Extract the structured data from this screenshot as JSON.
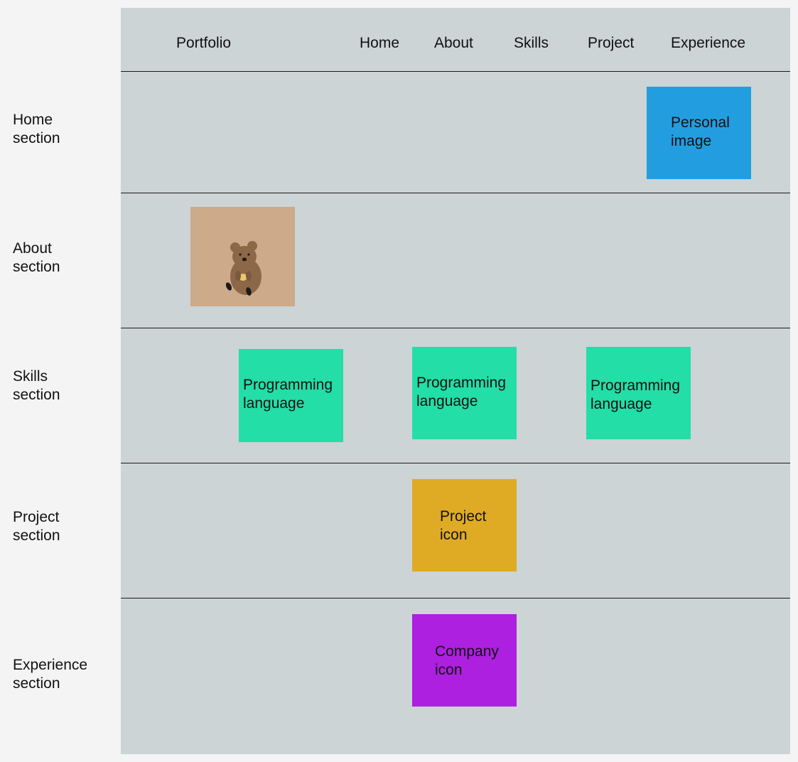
{
  "section_labels": {
    "home": "Home\nsection",
    "about": "About\nsection",
    "skills": "Skills\nsection",
    "project": "Project\nsection",
    "experience": "Experience\nsection"
  },
  "header": {
    "brand": "Portfolio",
    "nav": [
      "Home",
      "About",
      "Skills",
      "Project",
      "Experience"
    ]
  },
  "home": {
    "image_placeholder": "Personal\nimage"
  },
  "skills": {
    "items": [
      "Programming\nlanguage",
      "Programming\nlanguage",
      "Programming\nlanguage"
    ]
  },
  "project": {
    "icon_placeholder": "Project\nicon"
  },
  "experience": {
    "icon_placeholder": "Company\nicon"
  },
  "colors": {
    "page": "#f4f4f4",
    "frame": "#ccd4d6",
    "personal_image": "#229ee0",
    "skill": "#23dea7",
    "project_icon": "#dfab24",
    "company_icon": "#ad20df",
    "photo_bg": "#cdaa8a"
  }
}
